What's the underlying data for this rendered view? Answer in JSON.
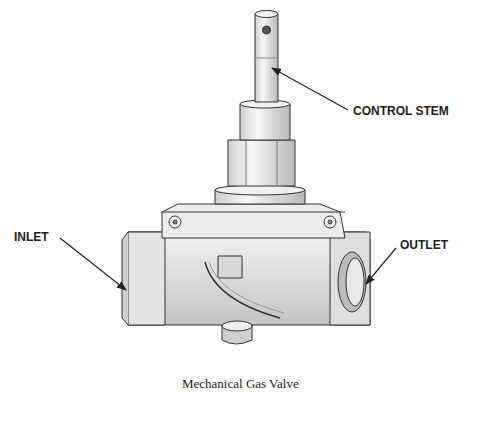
{
  "diagram": {
    "caption": "Mechanical Gas Valve",
    "labels": [
      "CONTROL STEM",
      "INLET",
      "OUTLET"
    ]
  }
}
